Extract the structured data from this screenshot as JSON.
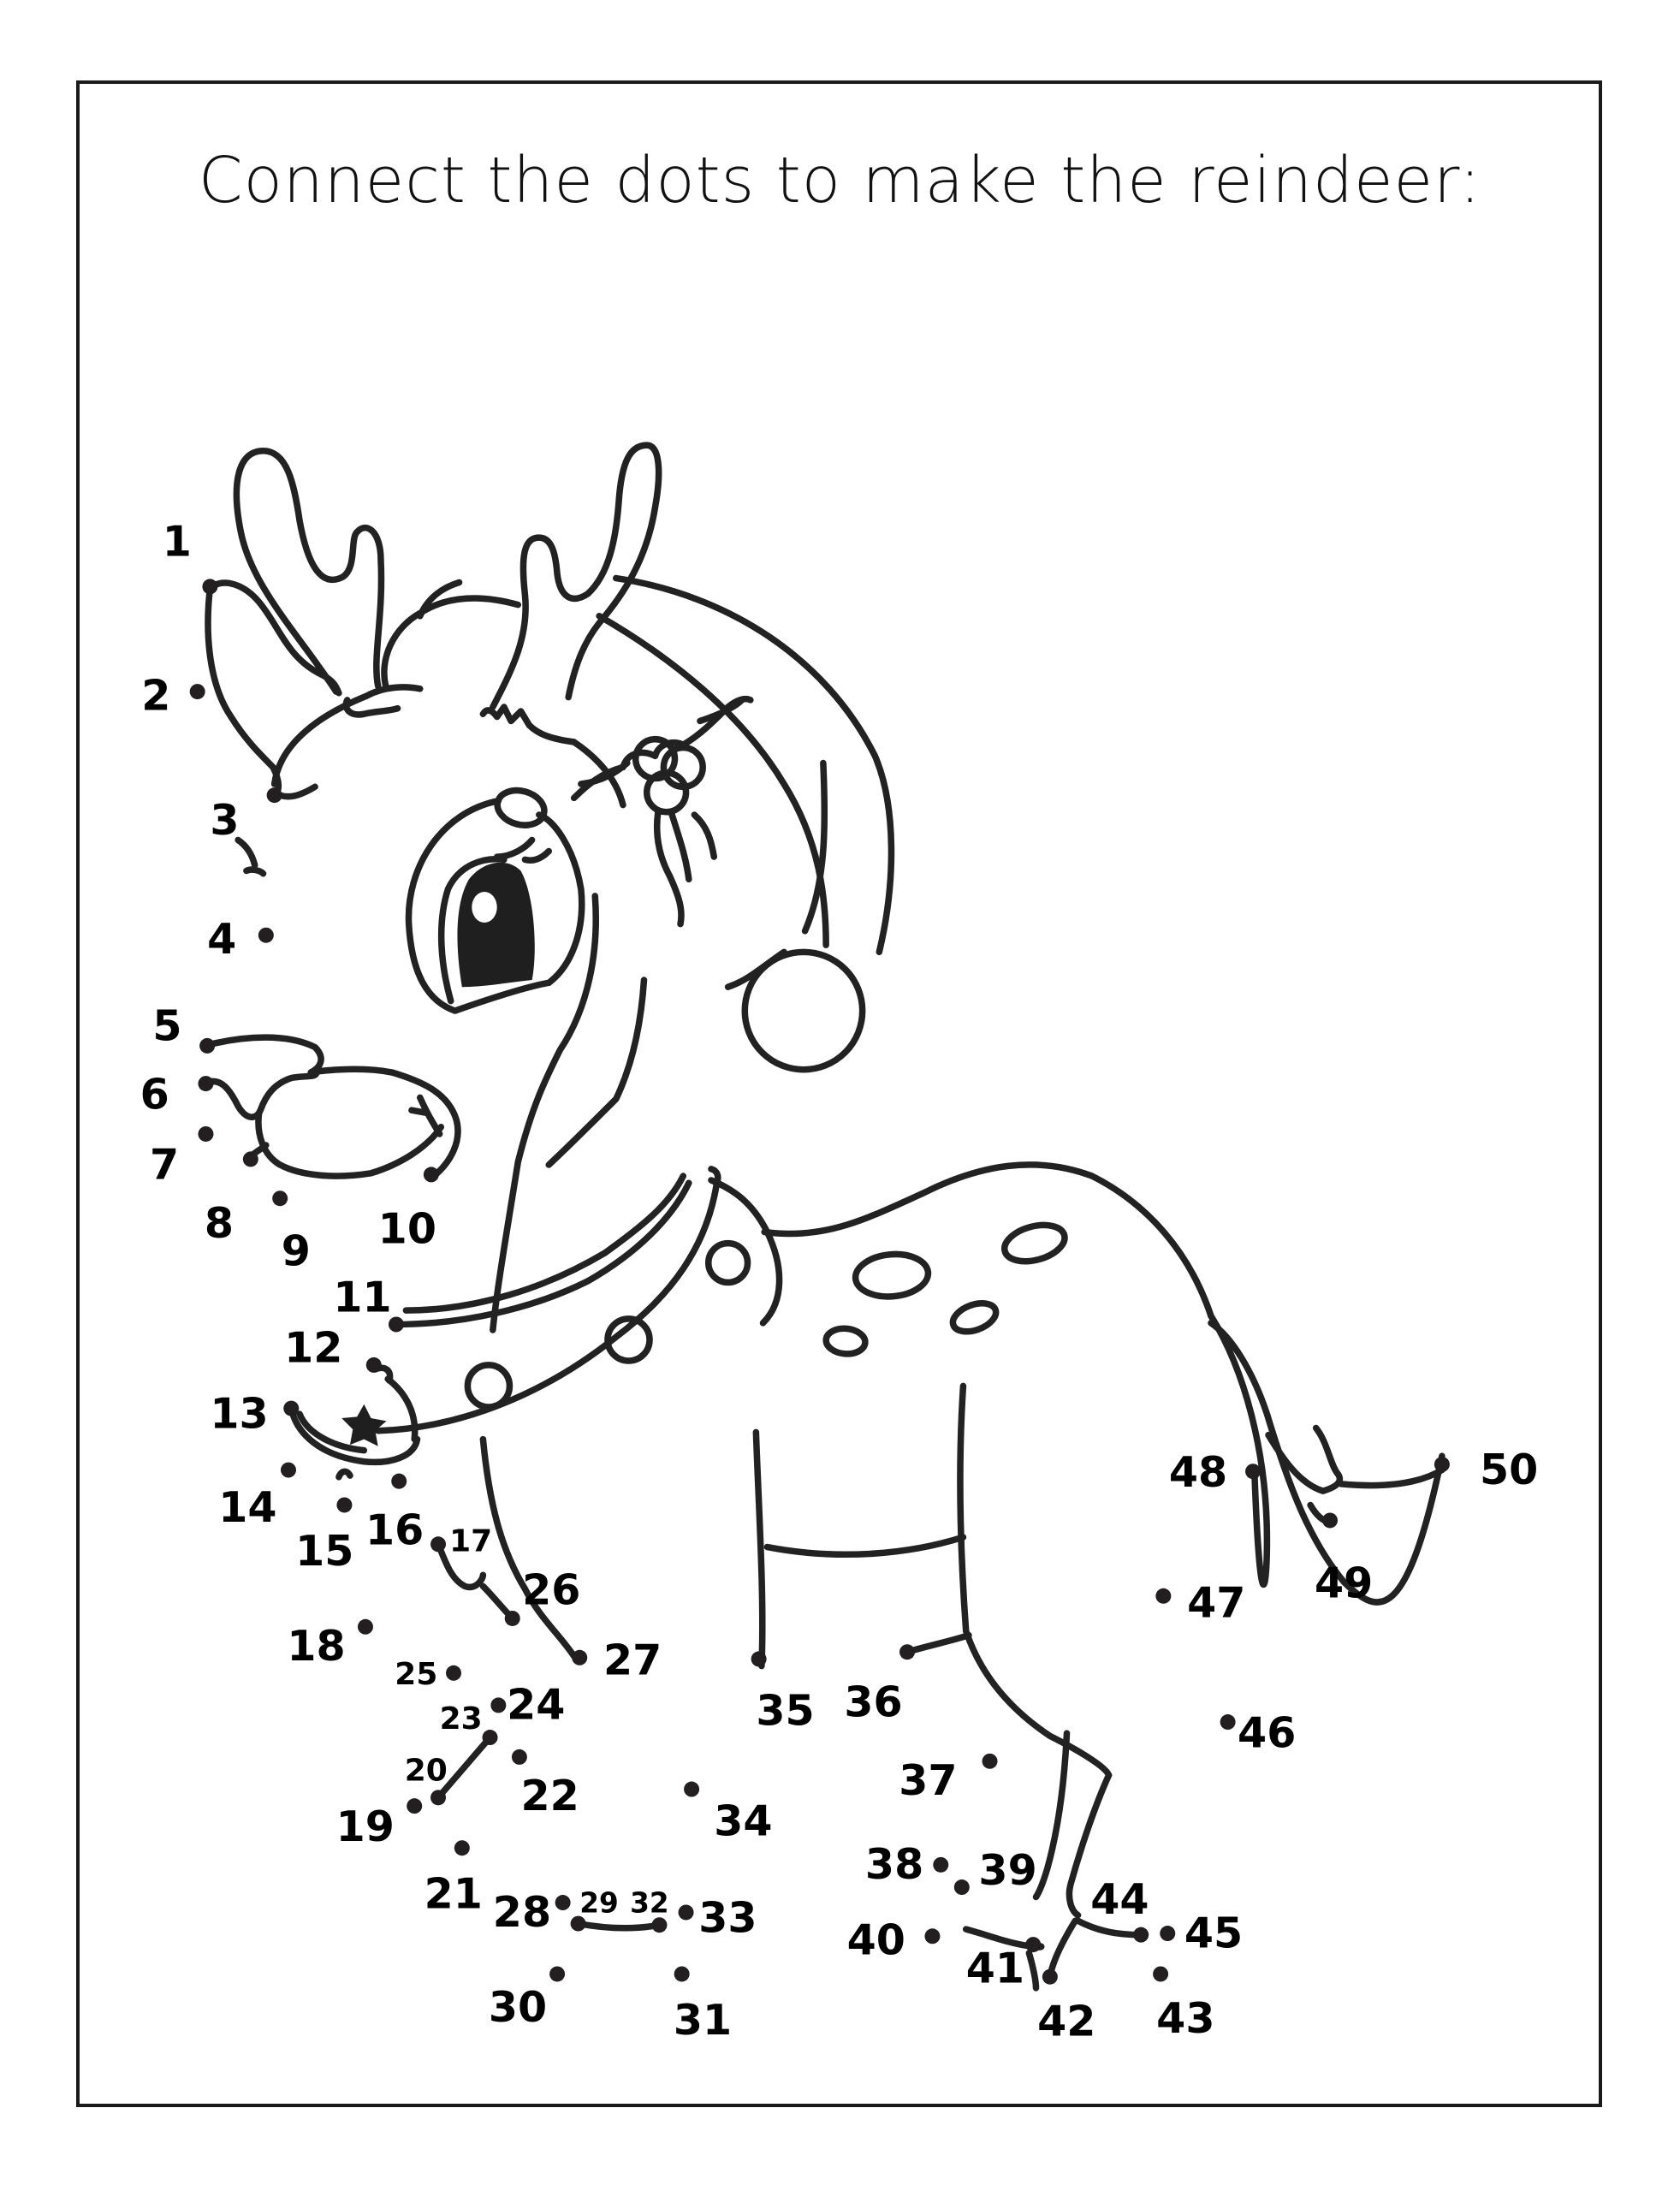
{
  "title": "Connect the dots to make the reindeer:",
  "colors": {
    "ink": "#222222",
    "dot": "#231f20",
    "background": "#ffffff"
  },
  "dots": [
    {
      "n": "1",
      "label": "1"
    },
    {
      "n": "2",
      "label": "2"
    },
    {
      "n": "3",
      "label": "3"
    },
    {
      "n": "4",
      "label": "4"
    },
    {
      "n": "5",
      "label": "5"
    },
    {
      "n": "6",
      "label": "6"
    },
    {
      "n": "7",
      "label": "7"
    },
    {
      "n": "8",
      "label": "8"
    },
    {
      "n": "9",
      "label": "9"
    },
    {
      "n": "10",
      "label": "10"
    },
    {
      "n": "11",
      "label": "11"
    },
    {
      "n": "12",
      "label": "12"
    },
    {
      "n": "13",
      "label": "13"
    },
    {
      "n": "14",
      "label": "14"
    },
    {
      "n": "15",
      "label": "15"
    },
    {
      "n": "16",
      "label": "16"
    },
    {
      "n": "17",
      "label": "17"
    },
    {
      "n": "18",
      "label": "18"
    },
    {
      "n": "19",
      "label": "19"
    },
    {
      "n": "20",
      "label": "20"
    },
    {
      "n": "21",
      "label": "21"
    },
    {
      "n": "22",
      "label": "22"
    },
    {
      "n": "23",
      "label": "23"
    },
    {
      "n": "24",
      "label": "24"
    },
    {
      "n": "25",
      "label": "25"
    },
    {
      "n": "26",
      "label": "26"
    },
    {
      "n": "27",
      "label": "27"
    },
    {
      "n": "28",
      "label": "28"
    },
    {
      "n": "29",
      "label": "29"
    },
    {
      "n": "30",
      "label": "30"
    },
    {
      "n": "31",
      "label": "31"
    },
    {
      "n": "32",
      "label": "32"
    },
    {
      "n": "33",
      "label": "33"
    },
    {
      "n": "34",
      "label": "34"
    },
    {
      "n": "35",
      "label": "35"
    },
    {
      "n": "36",
      "label": "36"
    },
    {
      "n": "37",
      "label": "37"
    },
    {
      "n": "38",
      "label": "38"
    },
    {
      "n": "39",
      "label": "39"
    },
    {
      "n": "40",
      "label": "40"
    },
    {
      "n": "41",
      "label": "41"
    },
    {
      "n": "42",
      "label": "42"
    },
    {
      "n": "43",
      "label": "43"
    },
    {
      "n": "44",
      "label": "44"
    },
    {
      "n": "45",
      "label": "45"
    },
    {
      "n": "46",
      "label": "46"
    },
    {
      "n": "47",
      "label": "47"
    },
    {
      "n": "48",
      "label": "48"
    },
    {
      "n": "49",
      "label": "49"
    },
    {
      "n": "50",
      "label": "50"
    }
  ]
}
